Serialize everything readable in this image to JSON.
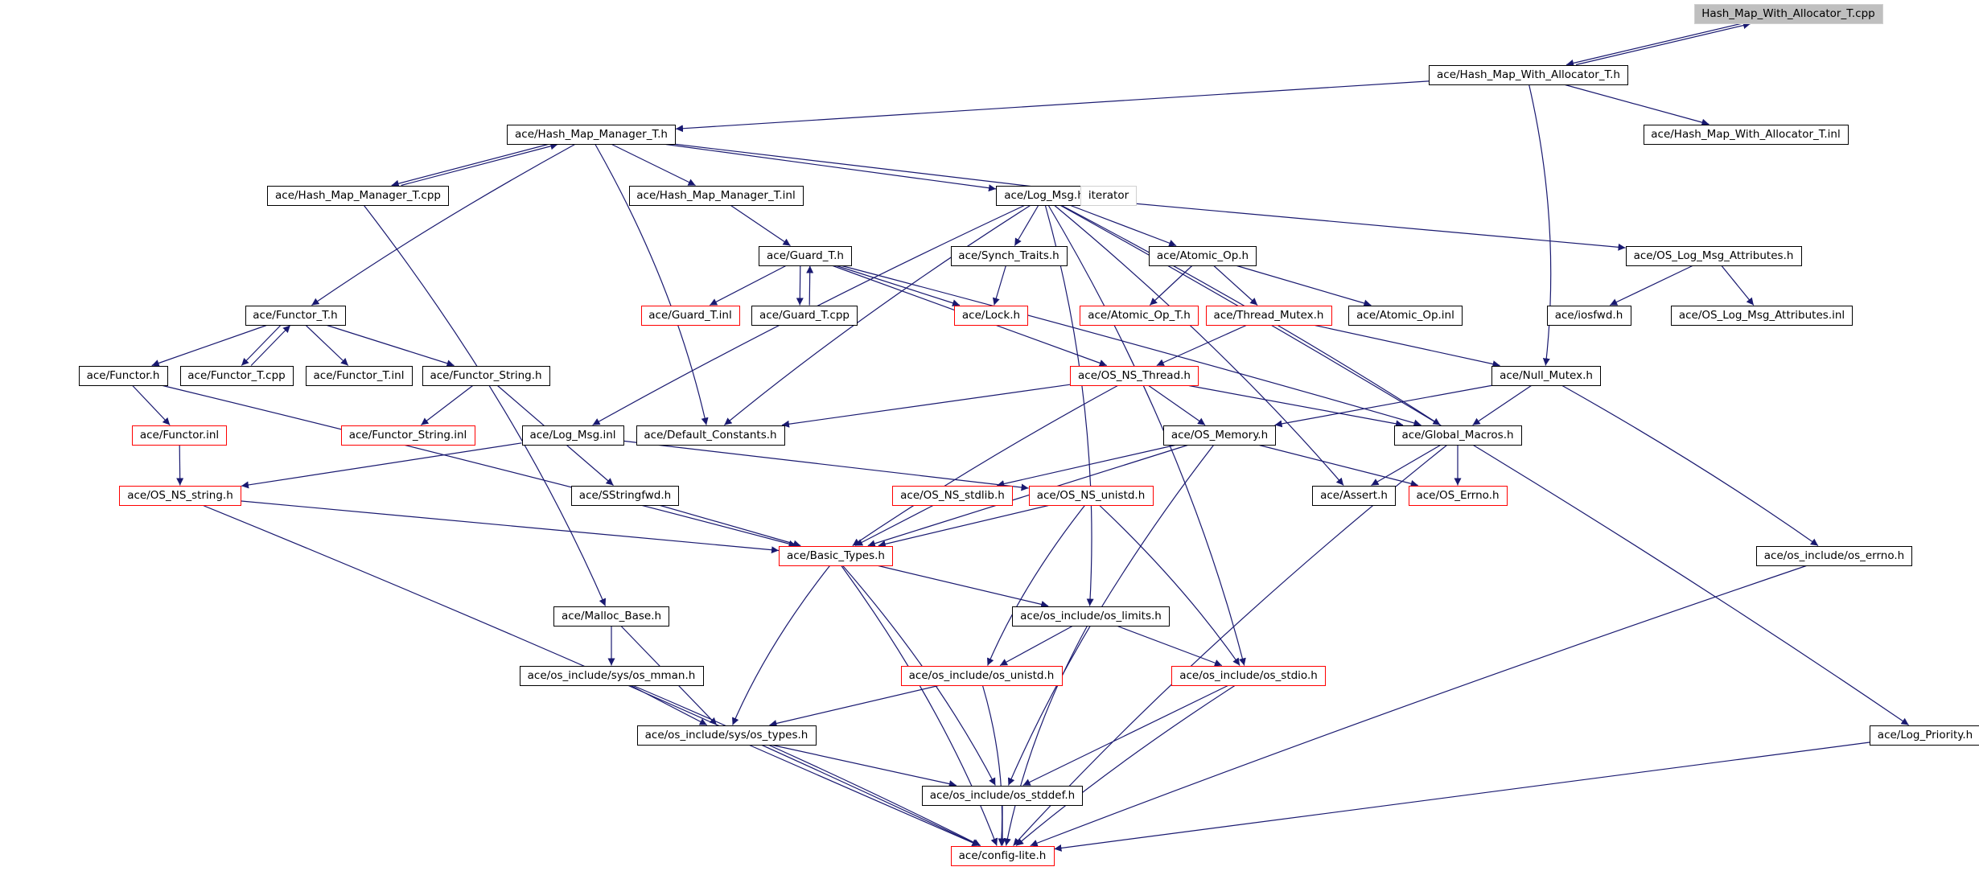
{
  "diagram": {
    "colors": {
      "edge": "#191970",
      "node_border": "#000000",
      "incomplete_border": "#ff0000",
      "external_border": "#d0d0d0",
      "root_fill": "#bfbfbf"
    },
    "nodes": [
      {
        "id": "root",
        "label": "Hash_Map_With_Allocator_T.cpp",
        "kind": "root"
      },
      {
        "id": "hmwa_h",
        "label": "ace/Hash_Map_With_Allocator_T.h",
        "kind": "normal"
      },
      {
        "id": "hmwa_inl",
        "label": "ace/Hash_Map_With_Allocator_T.inl",
        "kind": "normal"
      },
      {
        "id": "hmm_h",
        "label": "ace/Hash_Map_Manager_T.h",
        "kind": "normal"
      },
      {
        "id": "hmm_cpp",
        "label": "ace/Hash_Map_Manager_T.cpp",
        "kind": "normal"
      },
      {
        "id": "hmm_inl",
        "label": "ace/Hash_Map_Manager_T.inl",
        "kind": "normal"
      },
      {
        "id": "logmsg_h",
        "label": "ace/Log_Msg.h",
        "kind": "normal"
      },
      {
        "id": "iterator",
        "label": "iterator",
        "kind": "external"
      },
      {
        "id": "guard_h",
        "label": "ace/Guard_T.h",
        "kind": "normal"
      },
      {
        "id": "synch_h",
        "label": "ace/Synch_Traits.h",
        "kind": "normal"
      },
      {
        "id": "atomic_h",
        "label": "ace/Atomic_Op.h",
        "kind": "normal"
      },
      {
        "id": "oslma_h",
        "label": "ace/OS_Log_Msg_Attributes.h",
        "kind": "normal"
      },
      {
        "id": "functor_t_h",
        "label": "ace/Functor_T.h",
        "kind": "normal"
      },
      {
        "id": "guard_inl",
        "label": "ace/Guard_T.inl",
        "kind": "incomplete"
      },
      {
        "id": "guard_cpp",
        "label": "ace/Guard_T.cpp",
        "kind": "normal"
      },
      {
        "id": "lock_h",
        "label": "ace/Lock.h",
        "kind": "incomplete"
      },
      {
        "id": "atomic_t_h",
        "label": "ace/Atomic_Op_T.h",
        "kind": "incomplete"
      },
      {
        "id": "thread_mutex_h",
        "label": "ace/Thread_Mutex.h",
        "kind": "incomplete"
      },
      {
        "id": "atomic_inl",
        "label": "ace/Atomic_Op.inl",
        "kind": "normal"
      },
      {
        "id": "iosfwd_h",
        "label": "ace/iosfwd.h",
        "kind": "normal"
      },
      {
        "id": "oslma_inl",
        "label": "ace/OS_Log_Msg_Attributes.inl",
        "kind": "normal"
      },
      {
        "id": "functor_h",
        "label": "ace/Functor.h",
        "kind": "normal"
      },
      {
        "id": "functor_t_cpp",
        "label": "ace/Functor_T.cpp",
        "kind": "normal"
      },
      {
        "id": "functor_t_inl",
        "label": "ace/Functor_T.inl",
        "kind": "normal"
      },
      {
        "id": "functor_string_h",
        "label": "ace/Functor_String.h",
        "kind": "normal"
      },
      {
        "id": "os_ns_thread_h",
        "label": "ace/OS_NS_Thread.h",
        "kind": "incomplete"
      },
      {
        "id": "null_mutex_h",
        "label": "ace/Null_Mutex.h",
        "kind": "normal"
      },
      {
        "id": "functor_inl",
        "label": "ace/Functor.inl",
        "kind": "incomplete"
      },
      {
        "id": "functor_string_inl",
        "label": "ace/Functor_String.inl",
        "kind": "incomplete"
      },
      {
        "id": "logmsg_inl",
        "label": "ace/Log_Msg.inl",
        "kind": "normal"
      },
      {
        "id": "default_constants_h",
        "label": "ace/Default_Constants.h",
        "kind": "normal"
      },
      {
        "id": "os_memory_h",
        "label": "ace/OS_Memory.h",
        "kind": "normal"
      },
      {
        "id": "global_macros_h",
        "label": "ace/Global_Macros.h",
        "kind": "normal"
      },
      {
        "id": "os_ns_string_h",
        "label": "ace/OS_NS_string.h",
        "kind": "incomplete"
      },
      {
        "id": "sstringfwd_h",
        "label": "ace/SStringfwd.h",
        "kind": "normal"
      },
      {
        "id": "os_ns_stdlib_h",
        "label": "ace/OS_NS_stdlib.h",
        "kind": "incomplete"
      },
      {
        "id": "os_ns_unistd_h",
        "label": "ace/OS_NS_unistd.h",
        "kind": "incomplete"
      },
      {
        "id": "assert_h",
        "label": "ace/Assert.h",
        "kind": "normal"
      },
      {
        "id": "os_errno_h",
        "label": "ace/OS_Errno.h",
        "kind": "incomplete"
      },
      {
        "id": "basic_types_h",
        "label": "ace/Basic_Types.h",
        "kind": "incomplete"
      },
      {
        "id": "os_include_os_errno_h",
        "label": "ace/os_include/os_errno.h",
        "kind": "normal"
      },
      {
        "id": "malloc_base_h",
        "label": "ace/Malloc_Base.h",
        "kind": "normal"
      },
      {
        "id": "os_limits_h",
        "label": "ace/os_include/os_limits.h",
        "kind": "normal"
      },
      {
        "id": "os_mman_h",
        "label": "ace/os_include/sys/os_mman.h",
        "kind": "normal"
      },
      {
        "id": "os_unistd_h",
        "label": "ace/os_include/os_unistd.h",
        "kind": "incomplete"
      },
      {
        "id": "os_stdio_h",
        "label": "ace/os_include/os_stdio.h",
        "kind": "incomplete"
      },
      {
        "id": "os_types_h",
        "label": "ace/os_include/sys/os_types.h",
        "kind": "normal"
      },
      {
        "id": "log_priority_h",
        "label": "ace/Log_Priority.h",
        "kind": "normal"
      },
      {
        "id": "os_stddef_h",
        "label": "ace/os_include/os_stddef.h",
        "kind": "normal"
      },
      {
        "id": "config_lite_h",
        "label": "ace/config-lite.h",
        "kind": "incomplete"
      }
    ],
    "edges": [
      [
        "root",
        "hmwa_h"
      ],
      [
        "hmwa_h",
        "root"
      ],
      [
        "hmwa_h",
        "hmm_h"
      ],
      [
        "hmwa_h",
        "hmwa_inl"
      ],
      [
        "hmwa_h",
        "null_mutex_h"
      ],
      [
        "hmm_h",
        "hmm_cpp"
      ],
      [
        "hmm_cpp",
        "hmm_h"
      ],
      [
        "hmm_h",
        "hmm_inl"
      ],
      [
        "hmm_h",
        "logmsg_h"
      ],
      [
        "hmm_h",
        "iterator"
      ],
      [
        "hmm_h",
        "functor_t_h"
      ],
      [
        "hmm_h",
        "default_constants_h"
      ],
      [
        "hmm_cpp",
        "malloc_base_h"
      ],
      [
        "hmm_inl",
        "guard_h"
      ],
      [
        "logmsg_h",
        "synch_h"
      ],
      [
        "logmsg_h",
        "atomic_h"
      ],
      [
        "logmsg_h",
        "oslma_h"
      ],
      [
        "logmsg_h",
        "logmsg_inl"
      ],
      [
        "logmsg_h",
        "default_constants_h"
      ],
      [
        "logmsg_h",
        "global_macros_h"
      ],
      [
        "logmsg_h",
        "assert_h"
      ],
      [
        "logmsg_h",
        "os_limits_h"
      ],
      [
        "logmsg_h",
        "os_stdio_h"
      ],
      [
        "logmsg_h",
        "log_priority_h"
      ],
      [
        "guard_h",
        "guard_inl"
      ],
      [
        "guard_h",
        "guard_cpp"
      ],
      [
        "guard_cpp",
        "guard_h"
      ],
      [
        "guard_h",
        "lock_h"
      ],
      [
        "guard_h",
        "os_ns_thread_h"
      ],
      [
        "guard_h",
        "global_macros_h"
      ],
      [
        "synch_h",
        "lock_h"
      ],
      [
        "atomic_h",
        "atomic_t_h"
      ],
      [
        "atomic_h",
        "thread_mutex_h"
      ],
      [
        "atomic_h",
        "atomic_inl"
      ],
      [
        "oslma_h",
        "iosfwd_h"
      ],
      [
        "oslma_h",
        "oslma_inl"
      ],
      [
        "thread_mutex_h",
        "os_ns_thread_h"
      ],
      [
        "thread_mutex_h",
        "null_mutex_h"
      ],
      [
        "functor_t_h",
        "functor_h"
      ],
      [
        "functor_t_h",
        "functor_t_cpp"
      ],
      [
        "functor_t_cpp",
        "functor_t_h"
      ],
      [
        "functor_t_h",
        "functor_t_inl"
      ],
      [
        "functor_t_h",
        "functor_string_h"
      ],
      [
        "functor_h",
        "functor_inl"
      ],
      [
        "functor_h",
        "basic_types_h"
      ],
      [
        "functor_string_h",
        "functor_string_inl"
      ],
      [
        "functor_string_h",
        "sstringfwd_h"
      ],
      [
        "functor_inl",
        "os_ns_string_h"
      ],
      [
        "os_ns_thread_h",
        "default_constants_h"
      ],
      [
        "os_ns_thread_h",
        "os_memory_h"
      ],
      [
        "os_ns_thread_h",
        "global_macros_h"
      ],
      [
        "os_ns_thread_h",
        "basic_types_h"
      ],
      [
        "null_mutex_h",
        "os_memory_h"
      ],
      [
        "null_mutex_h",
        "global_macros_h"
      ],
      [
        "null_mutex_h",
        "os_include_os_errno_h"
      ],
      [
        "logmsg_inl",
        "os_ns_string_h"
      ],
      [
        "logmsg_inl",
        "os_ns_unistd_h"
      ],
      [
        "os_memory_h",
        "os_ns_stdlib_h"
      ],
      [
        "os_memory_h",
        "os_errno_h"
      ],
      [
        "os_memory_h",
        "basic_types_h"
      ],
      [
        "os_memory_h",
        "os_stddef_h"
      ],
      [
        "global_macros_h",
        "assert_h"
      ],
      [
        "global_macros_h",
        "os_errno_h"
      ],
      [
        "global_macros_h",
        "config_lite_h"
      ],
      [
        "os_ns_string_h",
        "basic_types_h"
      ],
      [
        "os_ns_string_h",
        "config_lite_h"
      ],
      [
        "sstringfwd_h",
        "basic_types_h"
      ],
      [
        "os_ns_stdlib_h",
        "basic_types_h"
      ],
      [
        "os_ns_unistd_h",
        "basic_types_h"
      ],
      [
        "os_ns_unistd_h",
        "os_unistd_h"
      ],
      [
        "os_ns_unistd_h",
        "os_stdio_h"
      ],
      [
        "basic_types_h",
        "os_limits_h"
      ],
      [
        "basic_types_h",
        "os_types_h"
      ],
      [
        "basic_types_h",
        "os_stddef_h"
      ],
      [
        "basic_types_h",
        "config_lite_h"
      ],
      [
        "os_include_os_errno_h",
        "config_lite_h"
      ],
      [
        "malloc_base_h",
        "os_mman_h"
      ],
      [
        "malloc_base_h",
        "os_types_h"
      ],
      [
        "os_limits_h",
        "os_unistd_h"
      ],
      [
        "os_limits_h",
        "os_stdio_h"
      ],
      [
        "os_limits_h",
        "config_lite_h"
      ],
      [
        "os_mman_h",
        "os_types_h"
      ],
      [
        "os_mman_h",
        "config_lite_h"
      ],
      [
        "os_unistd_h",
        "os_types_h"
      ],
      [
        "os_unistd_h",
        "config_lite_h"
      ],
      [
        "os_stdio_h",
        "os_stddef_h"
      ],
      [
        "os_stdio_h",
        "config_lite_h"
      ],
      [
        "os_types_h",
        "os_stddef_h"
      ],
      [
        "os_types_h",
        "config_lite_h"
      ],
      [
        "log_priority_h",
        "config_lite_h"
      ],
      [
        "os_stddef_h",
        "config_lite_h"
      ]
    ]
  }
}
